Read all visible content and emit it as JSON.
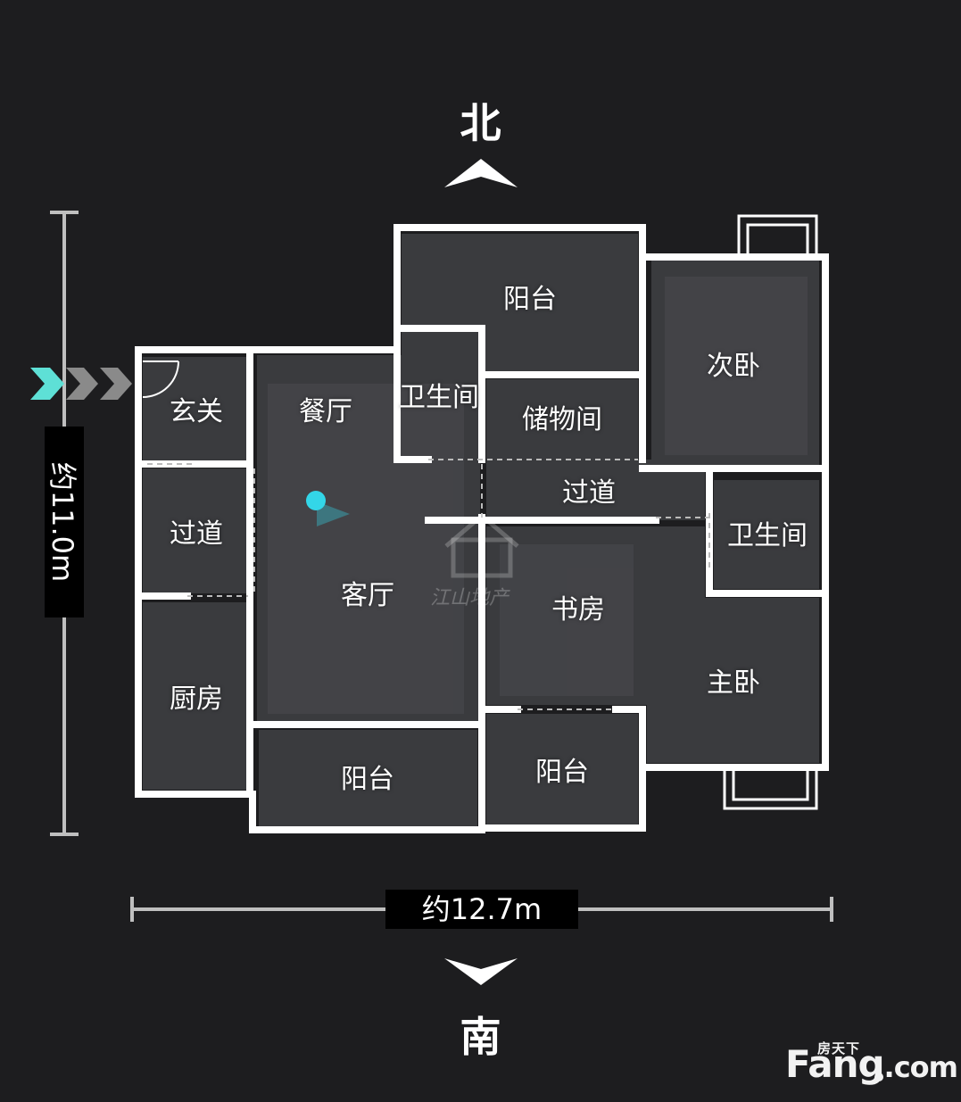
{
  "compass": {
    "north": "北",
    "south": "南"
  },
  "dimensions": {
    "width": "约12.7m",
    "height": "约11.0m"
  },
  "rooms": {
    "entrance": "玄关",
    "dining": "餐厅",
    "bathroom_north": "卫生间",
    "storage": "储物间",
    "balcony_north": "阳台",
    "second_bedroom": "次卧",
    "corridor_right": "过道",
    "bathroom_east": "卫生间",
    "corridor_left": "过道",
    "living": "客厅",
    "study": "书房",
    "master_bedroom": "主卧",
    "kitchen": "厨房",
    "balcony_south_left": "阳台",
    "balcony_south_right": "阳台"
  },
  "watermark": {
    "brand_main": "Fang",
    "brand_com": ".com",
    "brand_sub": "房天下",
    "center_text": "江山地产"
  },
  "colors": {
    "background": "#1d1d1f",
    "wall": "#ffffff",
    "room_fill": "#3a3b3e",
    "entry_arrow_active": "#5ee0d6",
    "entry_arrow_inactive": "#8a8a8a",
    "position_marker": "#33d6e8"
  },
  "icons": {
    "entry_arrows": "chevron-right-icon",
    "north": "chevron-up-icon",
    "south": "chevron-down-icon"
  }
}
